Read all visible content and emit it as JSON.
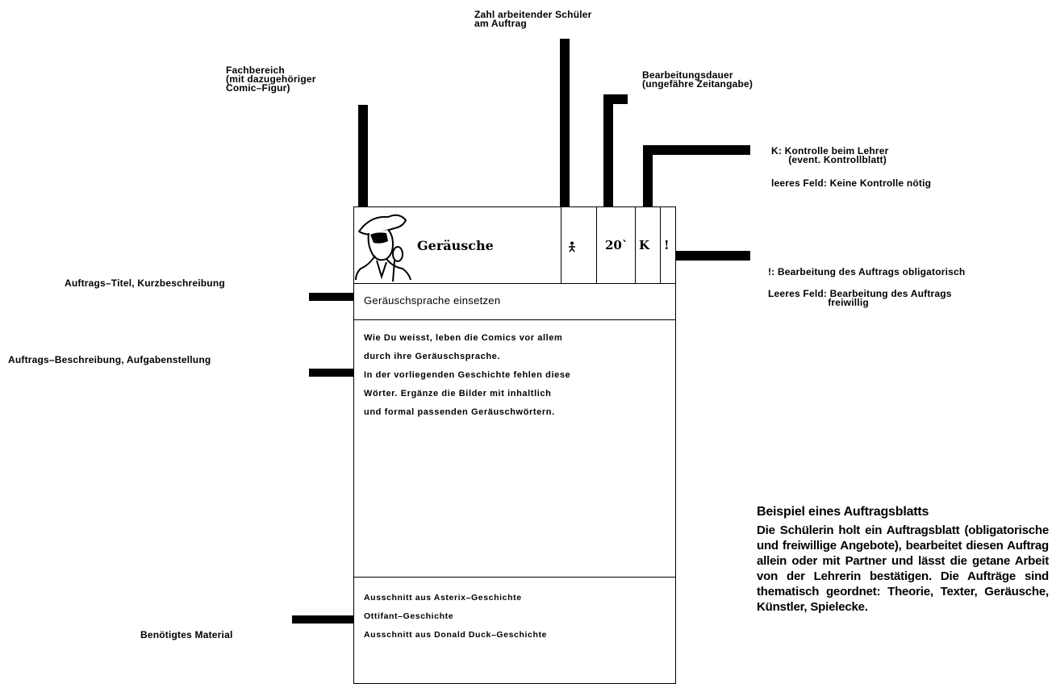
{
  "annotations": {
    "schueler": "Zahl arbeitender Schüler\nam Auftrag",
    "fachbereich": "Fachbereich\n(mit dazugehöriger\nComic–Figur)",
    "dauer": "Bearbeitungsdauer\n(ungefähre Zeitangabe)",
    "kontrolle": "K: Kontrolle beim Lehrer\n      (event. Kontrollblatt)",
    "keine_kontrolle": "leeres Feld: Keine Kontrolle nötig",
    "obligatorisch": "!: Bearbeitung des Auftrags obligatorisch",
    "freiwillig": "Leeres Feld: Bearbeitung des Auftrags\n                     freiwillig",
    "titel": "Auftrags–Titel, Kurzbeschreibung",
    "beschreibung": "Auftrags–Beschreibung, Aufgabenstellung",
    "material": "Benötigtes Material"
  },
  "card": {
    "title": "Geräusche",
    "students_icon": "person-icon",
    "duration": "20`",
    "control": "K",
    "mandatory": "!",
    "subtitle": "Geräuschsprache einsetzen",
    "description": [
      "Wie Du weisst, leben die Comics vor allem",
      "durch ihre Geräuschsprache.",
      "In der vorliegenden Geschichte fehlen diese",
      "Wörter. Ergänze die Bilder mit inhaltlich",
      "und formal passenden Geräuschwörtern."
    ],
    "material": [
      "Ausschnitt aus Asterix–Geschichte",
      "Ottifant–Geschichte",
      "Ausschnitt aus Donald Duck–Geschichte"
    ]
  },
  "caption": {
    "heading": "Beispiel eines Auftragsblatts",
    "body": "Die Schülerin holt ein Auftragsblatt (obligatorische und freiwillige Angebote), bearbeitet diesen Auftrag allein oder mit Partner und lässt die getane Arbeit von der Lehrerin bestätigen. Die Aufträge sind thematisch geordnet: Theorie, Texter, Geräusche, Künstler, Spielecke."
  }
}
